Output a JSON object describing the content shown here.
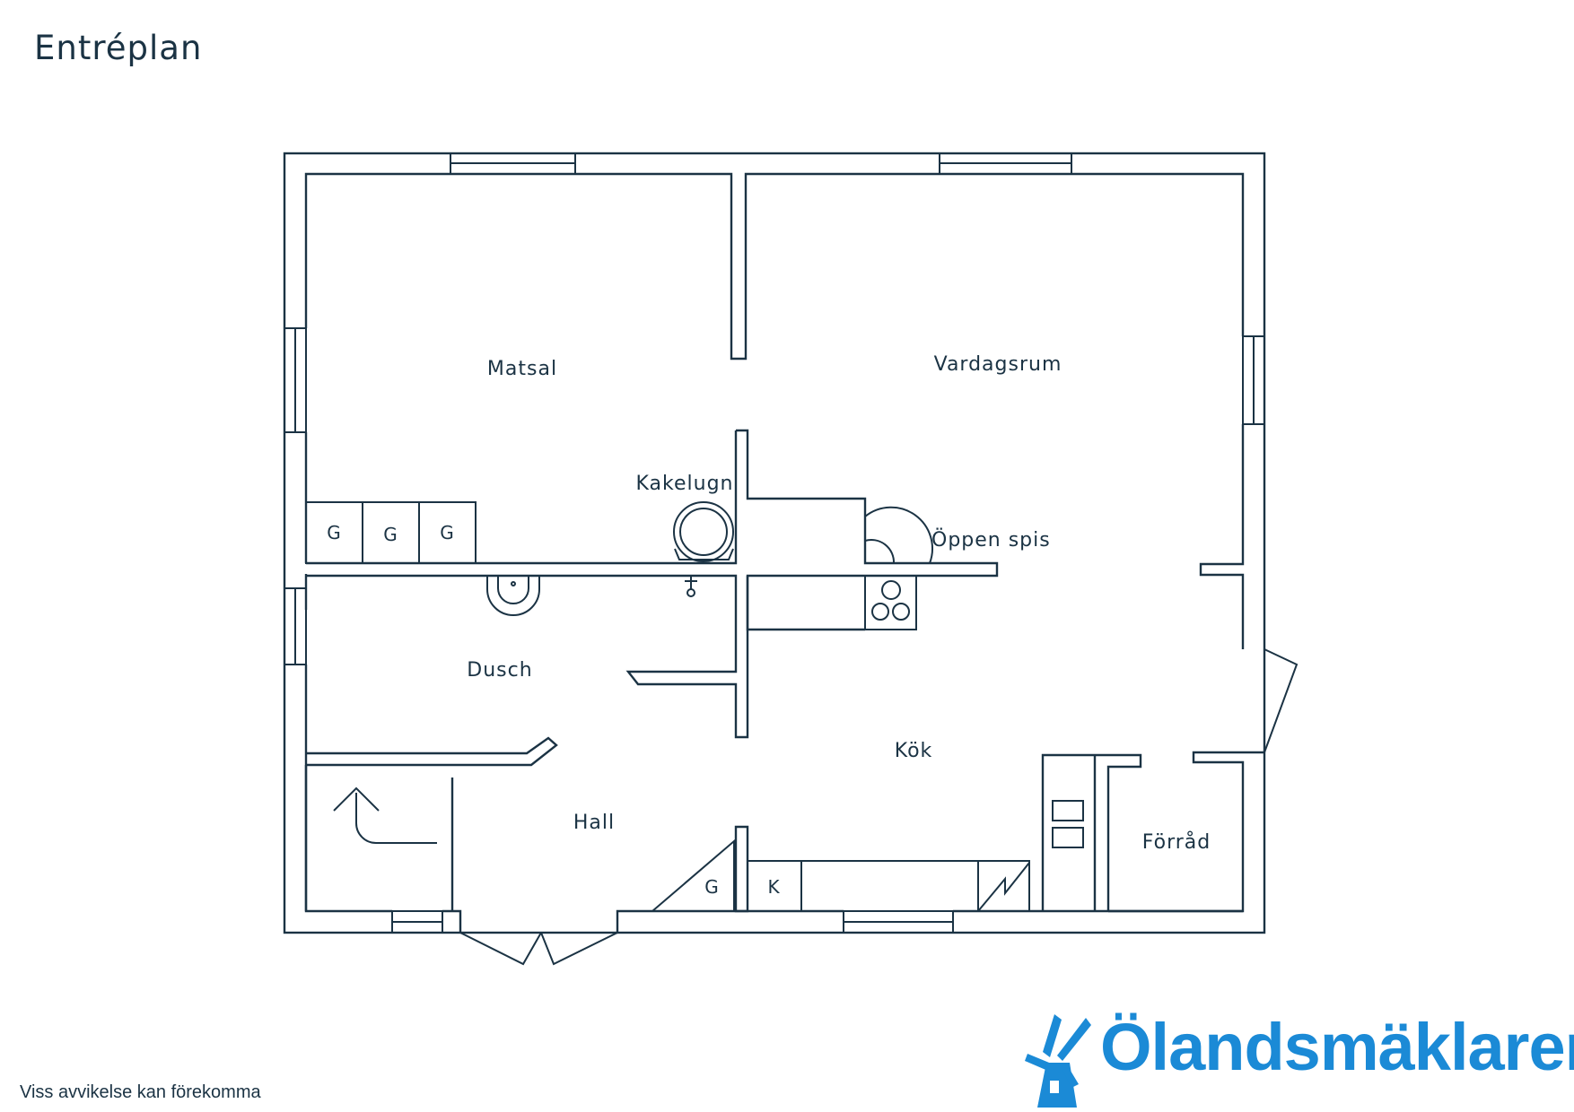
{
  "title": "Entréplan",
  "rooms": {
    "matsal": "Matsal",
    "vardagsrum": "Vardagsrum",
    "kakelugn": "Kakelugn",
    "oppen_spis": "Öppen spis",
    "dusch": "Dusch",
    "kok": "Kök",
    "hall": "Hall",
    "forrad": "Förråd"
  },
  "symbols": {
    "garderob": "G",
    "kyl": "K"
  },
  "disclaimer": "Viss avvikelse kan förekomma",
  "brand": {
    "name": "Ölandsmäklaren",
    "logo_icon": "windmill-icon",
    "color": "#1b8ad6"
  },
  "line_color": "#1b3344"
}
